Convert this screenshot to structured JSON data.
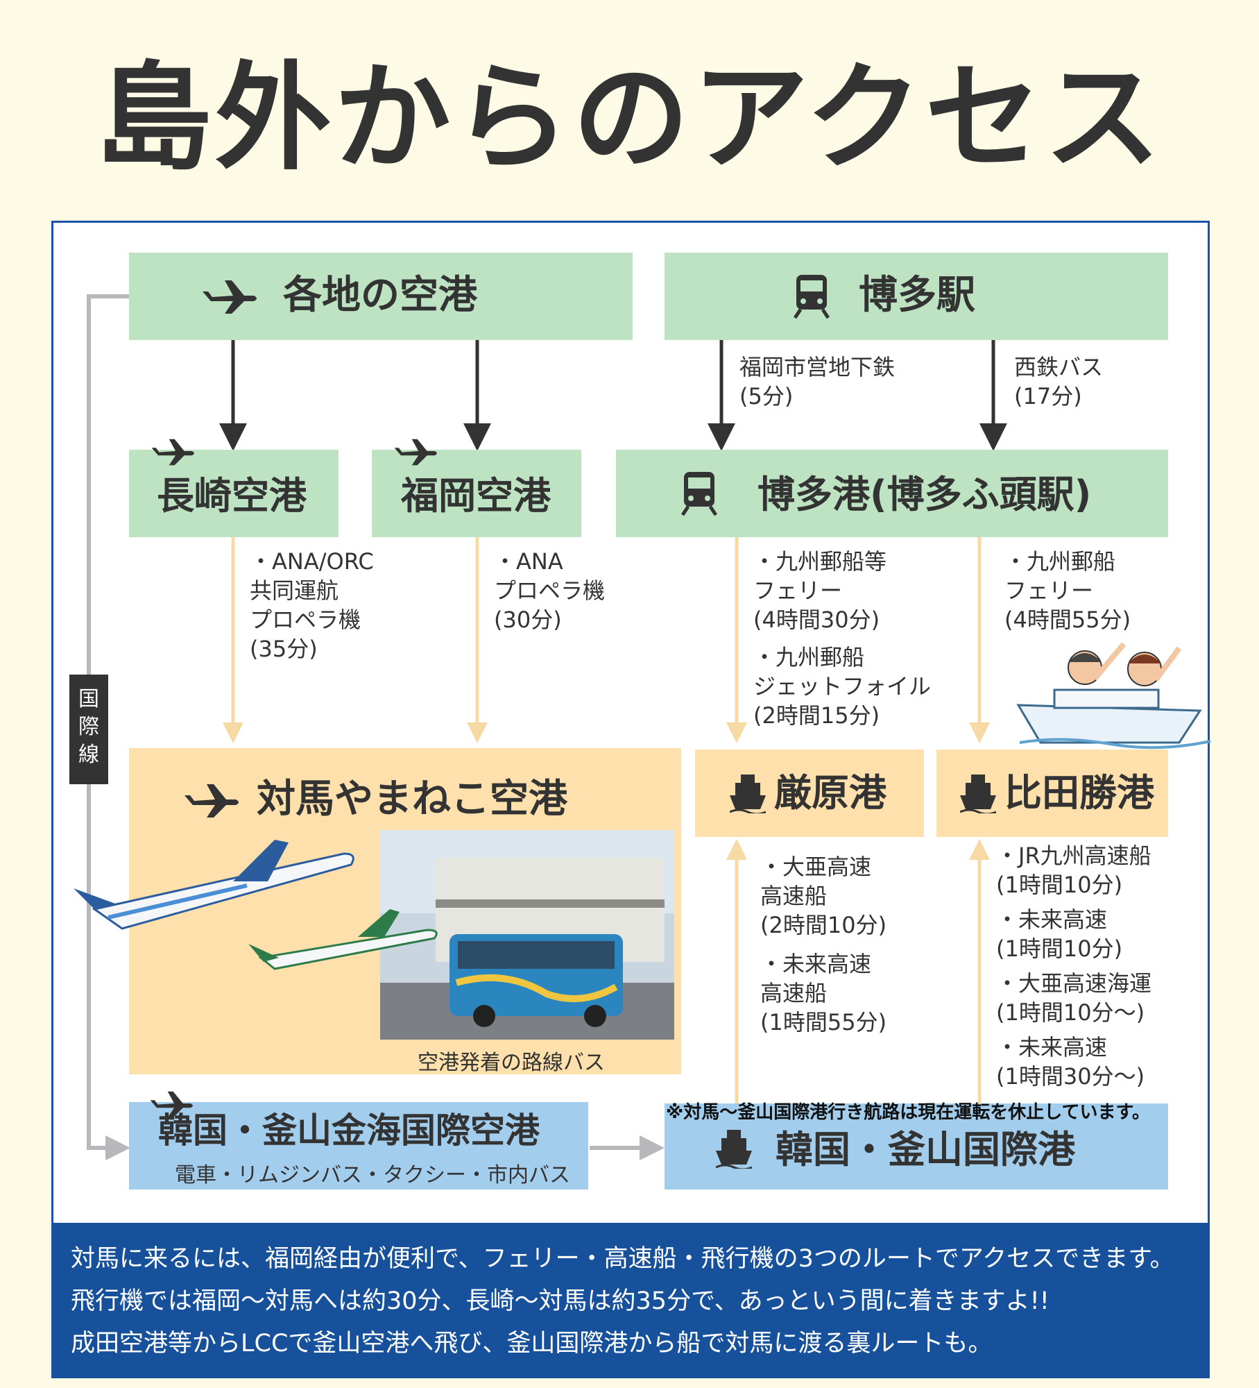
{
  "title": "島外からのアクセス",
  "nodes": {
    "airports": "各地の空港",
    "hakata_station": "博多駅",
    "nagasaki": "長崎空港",
    "fukuoka": "福岡空港",
    "hakata_port": "博多港(博多ふ頭駅)",
    "tsushima_airport": "対馬やまねこ空港",
    "izuhara": "厳原港",
    "hitakatsu": "比田勝港",
    "busan_airport": "韓国・釜山金海国際空港",
    "busan_airport_sub": "電車・リムジンバス・タクシー・市内バス",
    "busan_port": "韓国・釜山国際港"
  },
  "routes": {
    "subway": "福岡市営地下鉄\n(5分)",
    "nishitetsu": "西鉄バス\n(17分)",
    "nagasaki_flight": "・ANA/ORC\n共同運航\nプロペラ機\n(35分)",
    "fukuoka_flight": "・ANA\nプロペラ機\n(30分)",
    "izuhara_ferry": "・九州郵船等\nフェリー\n(4時間30分)",
    "izuhara_jetfoil": "・九州郵船\nジェットフォイル\n(2時間15分)",
    "hitakatsu_ferry": "・九州郵船\nフェリー\n(4時間55分)",
    "izuhara_from_busan_1": "・大亜高速\n高速船\n(2時間10分)",
    "izuhara_from_busan_2": "・未来高速\n高速船\n(1時間55分)",
    "hitakatsu_from_busan_1": "・JR九州高速船\n(1時間10分)",
    "hitakatsu_from_busan_2": "・未来高速\n(1時間10分)",
    "hitakatsu_from_busan_3": "・大亜高速海運\n(1時間10分〜)",
    "hitakatsu_from_busan_4": "・未来高速\n(1時間30分〜)"
  },
  "international_tag": "国\n際\n線",
  "photo_caption": "空港発着の路線バス",
  "suspension_note": "※対馬〜釜山国際港行き航路は現在運転を休止しています。",
  "footer": [
    "対馬に来るには、福岡経由が便利で、フェリー・高速船・飛行機の3つのルートでアクセスできます。",
    "飛行機では福岡〜対馬へは約30分、長崎〜対馬は約35分で、あっという間に着きますよ!!",
    "成田空港等からLCCで釜山空港へ飛び、釜山国際港から船で対馬に渡る裏ルートも。"
  ],
  "colors": {
    "green_box": "#bde3c3",
    "orange_box": "#fde0ab",
    "blue_box": "#a3cdec",
    "footer_bg": "#17519b",
    "panel_border": "#1a55a4",
    "dark_arrow": "#333333",
    "light_arrow": "#f7d9a4",
    "grey_line": "#b8b8bc"
  },
  "icons": [
    "airplane-icon",
    "train-icon",
    "ship-icon"
  ]
}
